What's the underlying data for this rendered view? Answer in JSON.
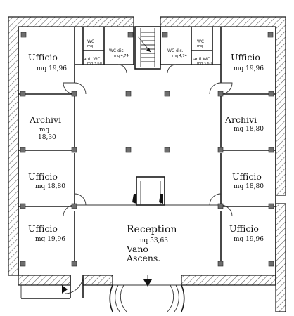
{
  "rooms": {
    "office_tl": {
      "name": "Ufficio",
      "area": "mq 19,96"
    },
    "wc_tl": {
      "name": "WC",
      "area": "mq"
    },
    "antiwc_tl": {
      "name": "anti WC",
      "area": "mq 3,60"
    },
    "wcdis_l": {
      "name": "WC dis.",
      "area": "mq 4,74"
    },
    "office_tr": {
      "name": "Ufficio",
      "area": "mq 19,96"
    },
    "wc_tr": {
      "name": "WC",
      "area": "mq"
    },
    "antiwc_tr": {
      "name": "anti WC",
      "area": "mq 3,60"
    },
    "wcdis_r": {
      "name": "WC dis.",
      "area": "mq 4,74"
    },
    "archive_l": {
      "name": "Archivi",
      "area_line1": "mq",
      "area_line2": "18,30"
    },
    "archive_r": {
      "name": "Archivi",
      "area": "mq 18,80"
    },
    "office_ml": {
      "name": "Ufficio",
      "area": "mq 18,80"
    },
    "office_mr": {
      "name": "Ufficio",
      "area": "mq 18,80"
    },
    "office_bl": {
      "name": "Ufficio",
      "area": "mq 19,96"
    },
    "office_br": {
      "name": "Ufficio",
      "area": "mq 19,96"
    },
    "reception": {
      "name": "Reception",
      "area": "mq 53,63"
    },
    "elevator": {
      "line1": "Vano",
      "line2": "Ascens."
    }
  }
}
